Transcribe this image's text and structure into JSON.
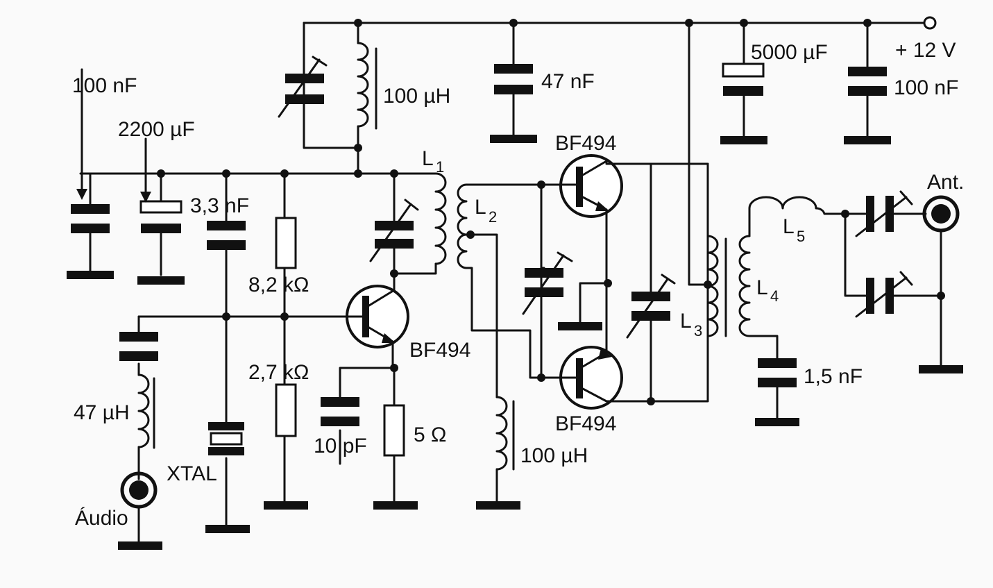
{
  "labels": {
    "c_100nF_left": "100 nF",
    "c_2200uF": "2200 µF",
    "c_3n3": "3,3 nF",
    "r_8k2": "8,2 kΩ",
    "r_2k7": "2,7 kΩ",
    "l_100uH_top": "100 µH",
    "c_47nF": "47 nF",
    "c_5000uF": "5000 µF",
    "supply": "+ 12 V",
    "c_100nF_right": "100 nF",
    "l1": "L",
    "l1_sub": "1",
    "l2": "L",
    "l2_sub": "2",
    "l3": "L",
    "l3_sub": "3",
    "l4": "L",
    "l4_sub": "4",
    "l5": "L",
    "l5_sub": "5",
    "q1": "BF494",
    "q2": "BF494",
    "q3": "BF494",
    "l_47uH": "47 µH",
    "xtal": "XTAL",
    "c_10pF": "10 pF",
    "r_5": "5 Ω",
    "l_100uH_bottom": "100 µH",
    "c_1n5": "1,5 nF",
    "audio": "Áudio",
    "antenna": "Ant."
  }
}
